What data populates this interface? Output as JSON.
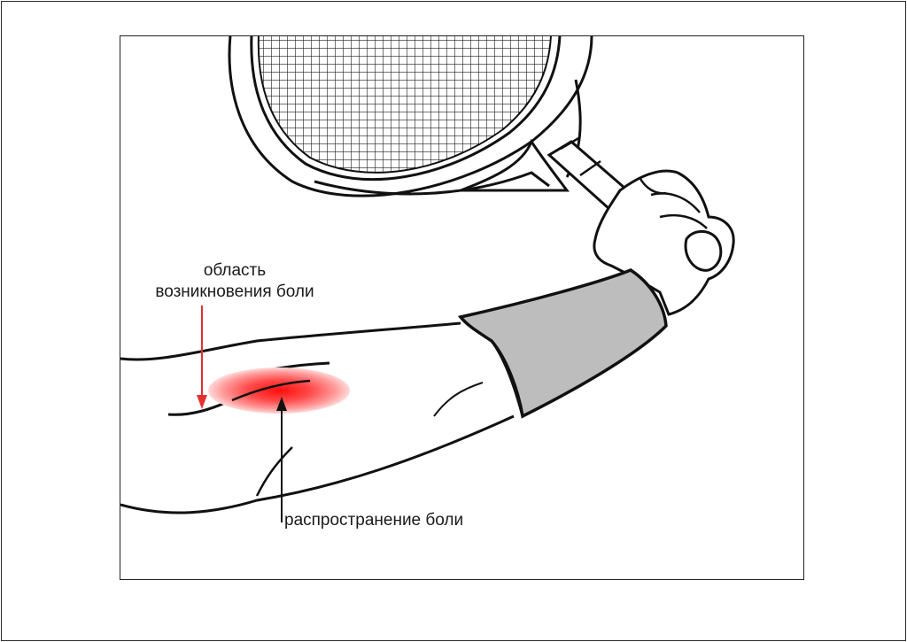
{
  "labels": {
    "pain_origin_line1": "область",
    "pain_origin_line2": "возникновения боли",
    "pain_spread": "распространение боли"
  },
  "colors": {
    "pain_center": "#ff1a1a",
    "pain_edge": "#ffd6d6",
    "wristband": "#bdbdbd",
    "outline": "#111111",
    "arrow_red": "#e53030"
  },
  "icons": {
    "racket": "tennis-racket-illustration",
    "arm": "forearm-illustration",
    "wristband": "wristband-illustration",
    "pain_zone": "pain-zone-highlight"
  }
}
